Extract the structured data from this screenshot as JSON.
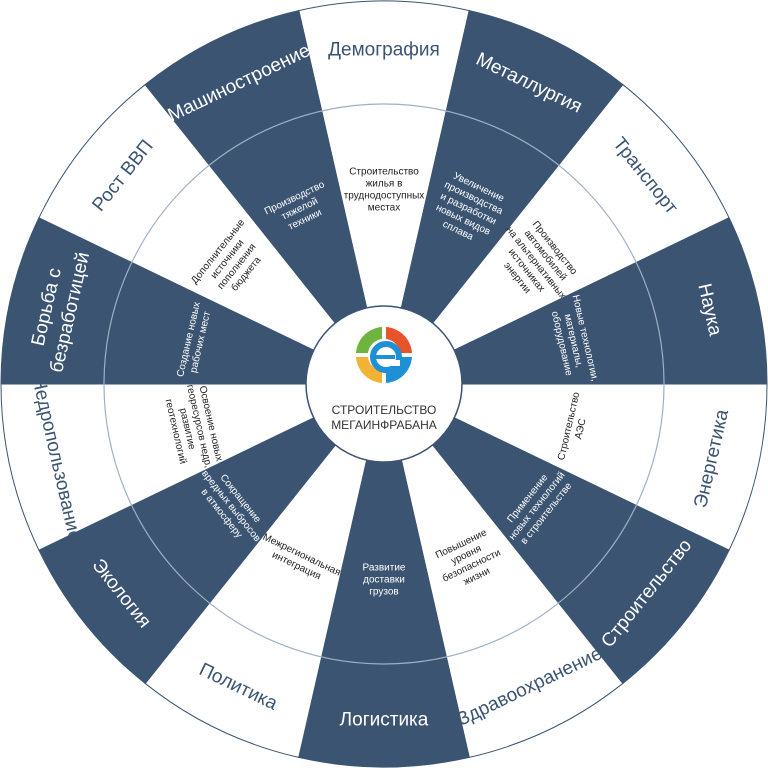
{
  "center": {
    "title_line1": "СТРОИТЕЛЬСТВО",
    "title_line2": "МЕГАИНФРАБАНА",
    "logo_colors": [
      "#6fb43f",
      "#e8542a",
      "#f2b233",
      "#1e90d6"
    ]
  },
  "colors": {
    "dark": "#3a5472",
    "light": "#ffffff",
    "text_on_dark": "#ffffff",
    "text_on_light": "#3a5472",
    "inner_text_on_light": "#222222",
    "ring_line": "#9fb0c4"
  },
  "sectors": [
    {
      "outer": "Демография",
      "inner": [
        "Строительство",
        "жилья в",
        "труднодоступных",
        "местах"
      ],
      "theme": "light"
    },
    {
      "outer": "Металлургия",
      "inner": [
        "Увеличение",
        "производства",
        "и разработки",
        "новых видов",
        "сплава"
      ],
      "theme": "dark"
    },
    {
      "outer": "Транспорт",
      "inner": [
        "Производство",
        "автомобилей",
        "на альтернативных",
        "источниках",
        "энергии"
      ],
      "theme": "light"
    },
    {
      "outer": "Наука",
      "inner": [
        "Новые технологии,",
        "материалы,",
        "оборудование"
      ],
      "theme": "dark"
    },
    {
      "outer": "Энергетика",
      "inner": [
        "Строительство",
        "АЭС"
      ],
      "theme": "light"
    },
    {
      "outer": "Строительство",
      "inner": [
        "Применение",
        "новых технологий",
        "в строительстве"
      ],
      "theme": "dark"
    },
    {
      "outer": "Здравоохранение",
      "inner": [
        "Повышение",
        "уровня",
        "безопасности",
        "жизни"
      ],
      "theme": "light"
    },
    {
      "outer": "Логистика",
      "inner": [
        "Развитие",
        "доставки",
        "грузов"
      ],
      "theme": "dark"
    },
    {
      "outer": "Политика",
      "inner": [
        "Межрегиональная",
        "интеграция"
      ],
      "theme": "light"
    },
    {
      "outer": "Экология",
      "inner": [
        "Сокращение",
        "вредных выбросов",
        "в атмосферу"
      ],
      "theme": "dark"
    },
    {
      "outer": "Недропользование",
      "inner": [
        "Освоение новых",
        "георесурсов недр,",
        "развитие",
        "геотехнологий"
      ],
      "theme": "light"
    },
    {
      "outer": "Борьба с безработицей",
      "outer_lines": [
        "Борьба с",
        "безработицей"
      ],
      "inner": [
        "Создание новых",
        "рабочих мест"
      ],
      "theme": "dark"
    },
    {
      "outer": "Рост ВВП",
      "inner": [
        "Дополнительные",
        "источники",
        "пополнения",
        "бюджета"
      ],
      "theme": "light"
    },
    {
      "outer": "Машиностроение",
      "inner": [
        "Производство",
        "тяжелой",
        "техники"
      ],
      "theme": "dark"
    }
  ]
}
